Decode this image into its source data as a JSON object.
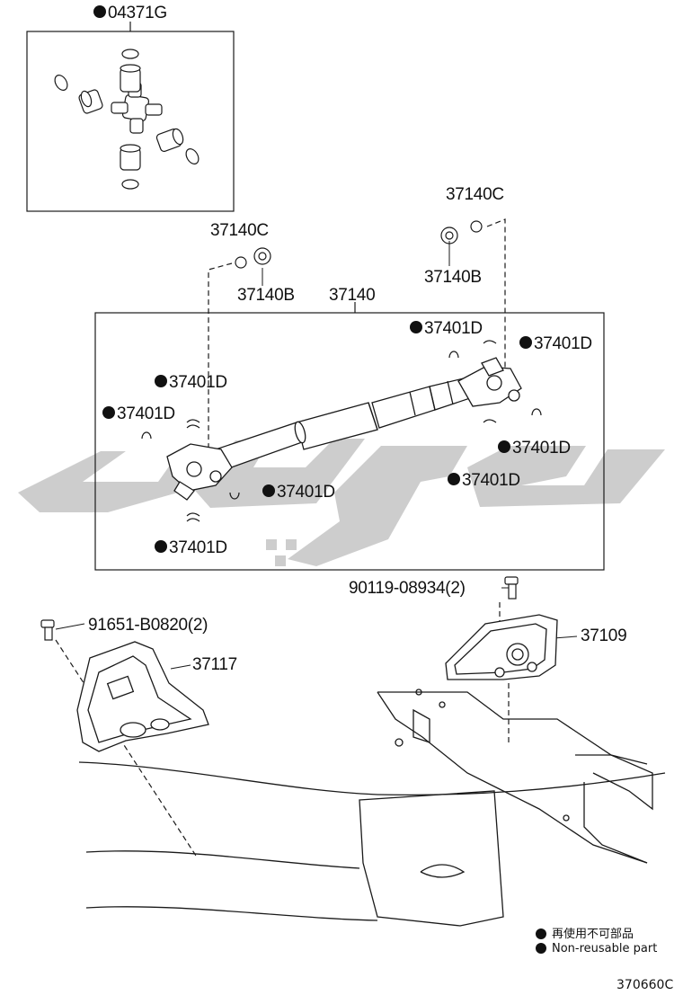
{
  "labels": {
    "kit": "04371G",
    "c_left": "37140C",
    "b_left": "37140B",
    "shaft": "37140",
    "c_right": "37140C",
    "b_right": "37140B",
    "d1": "37401D",
    "d2": "37401D",
    "d3": "37401D",
    "d4": "37401D",
    "d5": "37401D",
    "d6": "37401D",
    "d7": "37401D",
    "d8": "37401D",
    "bolt_right": "90119-08934(2)",
    "bracket_right": "37109",
    "bolt_left": "91651-B0820(2)",
    "bracket_left": "37117"
  },
  "legend": {
    "japanese": "再使用不可部品",
    "english": "Non-reusable part"
  },
  "figure_code": "370660C",
  "colors": {
    "line": "#1a1a1a",
    "watermark": "#c8c8c8"
  }
}
